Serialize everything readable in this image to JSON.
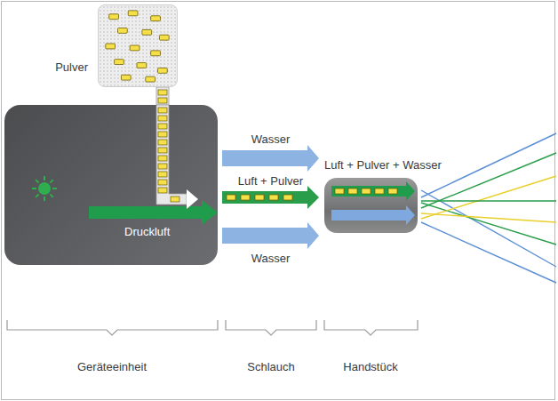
{
  "diagram": {
    "nodes": [
      {
        "text": [
          "Pulver"
        ]
      },
      {
        "text": [
          "Druckluft"
        ]
      },
      {
        "text": [
          "Luft + Pulver + Wasser"
        ]
      }
    ],
    "edges": [
      {
        "from": 0,
        "to": 1,
        "arrow": "none"
      },
      {
        "from": 1,
        "to": 2,
        "arrow": "to",
        "label": "Wasser"
      },
      {
        "from": 1,
        "to": 2,
        "arrow": "to",
        "label": "Luft + Pulver"
      },
      {
        "from": 1,
        "to": 2,
        "arrow": "to",
        "label": "Wasser"
      }
    ],
    "labels": [
      "Geräteeinheit",
      "Schlauch",
      "Handstück"
    ]
  }
}
